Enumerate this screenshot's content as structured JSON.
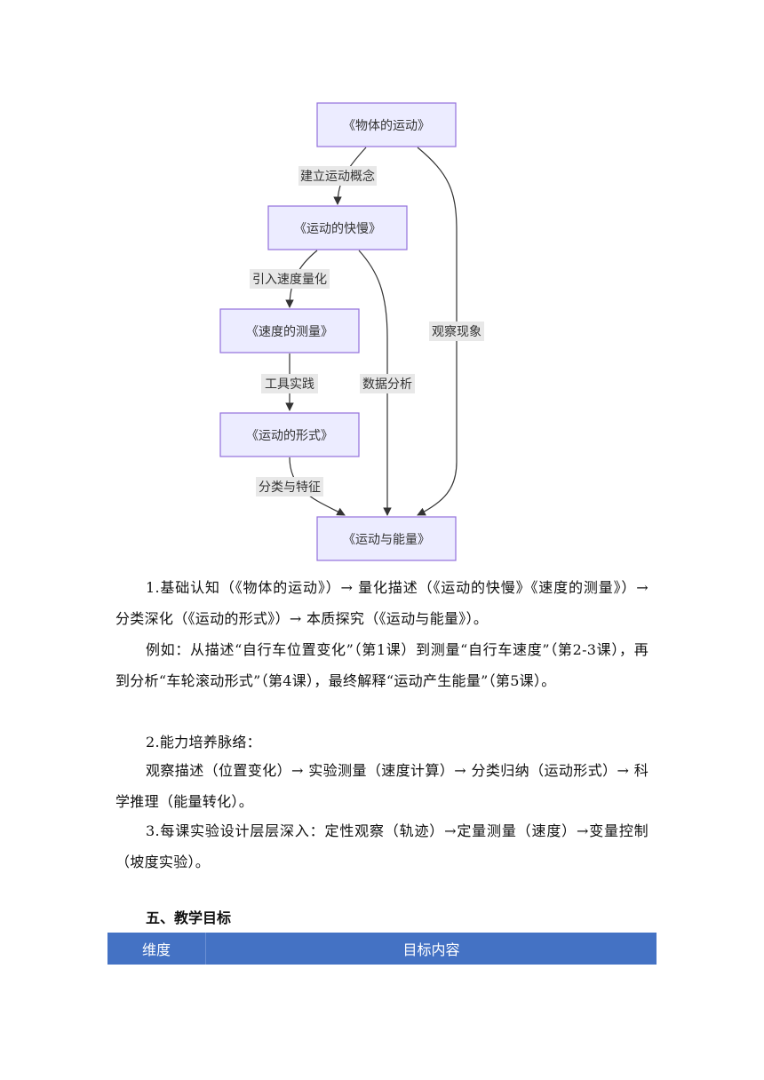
{
  "flowchart": {
    "nodes": {
      "wuti": "《物体的运动》",
      "kuaiman": "《运动的快慢》",
      "celiang": "《速度的测量》",
      "xingshi": "《运动的形式》",
      "nengliang": "《运动与能量》"
    },
    "edges": {
      "concept": "建立运动概念",
      "quantify": "引入速度量化",
      "practice": "工具实践",
      "classify": "分类与特征",
      "analysis": "数据分析",
      "observe": "观察现象"
    }
  },
  "paragraphs": {
    "p1": "1.基础认知（《物体的运动》）→ 量化描述（《运动的快慢》《速度的测量》）→ 分类深化（《运动的形式》）→ 本质探究（《运动与能量》）。",
    "p2": "例如：从描述“自行车位置变化”（第1课）到测量“自行车速度”（第2-3课），再到分析“车轮滚动形式”（第4课），最终解释“运动产生能量”（第5课）。",
    "p3": "2.能力培养脉络：",
    "p4": "观察描述（位置变化）→ 实验测量（速度计算）→ 分类归纳（运动形式）→ 科学推理（能量转化）。",
    "p5": "3.每课实验设计层层深入：定性观察（轨迹）→定量测量（速度）→变量控制（坡度实验）。"
  },
  "section": {
    "title": "五、教学目标"
  },
  "table": {
    "headers": [
      "维度",
      "目标内容"
    ]
  }
}
